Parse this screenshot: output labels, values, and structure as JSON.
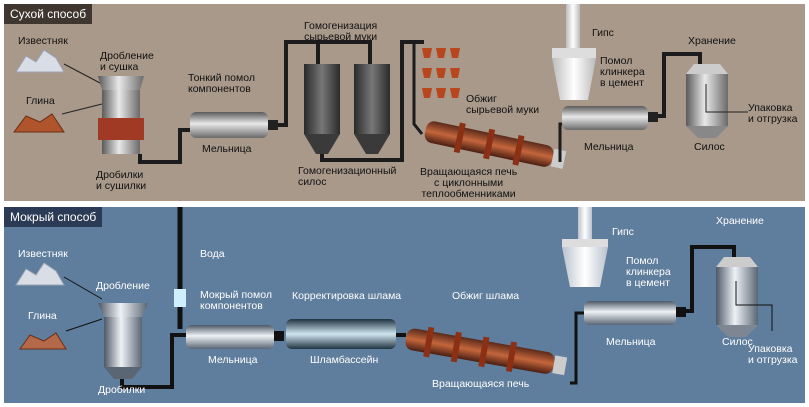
{
  "dry": {
    "title": "Сухой способ",
    "limestone": "Известняк",
    "clay": "Глина",
    "crushing_drying": "Дробление\nи сушка",
    "fine_grinding": "Тонкий помол\nкомпонентов",
    "homogenization": "Гомогенизация\nсырьевой муки",
    "gypsum": "Гипс",
    "clinker_grinding": "Помол\nклинкера\nв цемент",
    "storage": "Хранение",
    "packing": "Упаковка\nи отгрузка",
    "burning": "Обжиг\nсырьевой муки",
    "crusher_dryer": "Дробилки\nи сушилки",
    "mill": "Мельница",
    "homo_silo": "Гомогенизационный\nсилос",
    "kiln": "Вращающаяся печь\nс циклонными\nтеплообменниками",
    "mill2": "Мельница",
    "silo": "Силос"
  },
  "wet": {
    "title": "Мокрый способ",
    "limestone": "Известняк",
    "clay": "Глина",
    "crushing": "Дробление",
    "water": "Вода",
    "wet_grinding": "Мокрый помол\nкомпонентов",
    "slurry_correction": "Корректировка шлама",
    "slurry_burning": "Обжиг шлама",
    "gypsum": "Гипс",
    "clinker_grinding": "Помол\nклинкера\nв цемент",
    "storage": "Хранение",
    "crushers": "Дробилки",
    "mill": "Мельница",
    "slurry_basin": "Шламбассейн",
    "kiln": "Вращающаяся печь",
    "mill2": "Мельница",
    "silo": "Силос",
    "packing": "Упаковка\nи отгрузка"
  }
}
